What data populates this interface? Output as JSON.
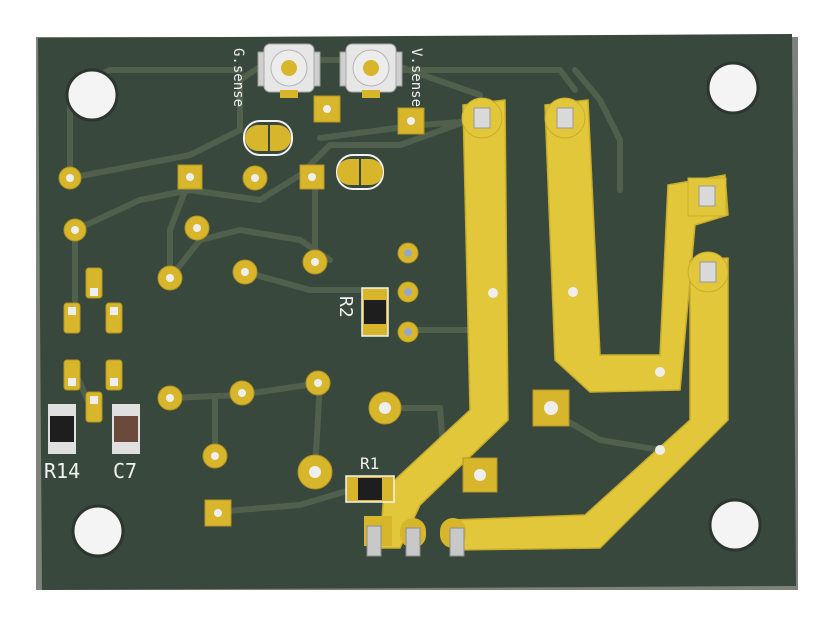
{
  "board": {
    "labels": {
      "g_sense": "G.sense",
      "v_sense": "V.sense",
      "r1": "R1",
      "r2": "R2",
      "r14": "R14",
      "c7": "C7"
    }
  },
  "colors": {
    "background": "#ffffff",
    "board_edge": "#8a8f88",
    "soldermask": "#3a4a3f",
    "inner_trace": "#4f5f48",
    "copper_pour": "#e3c93a",
    "pad_gold": "#d8b62c",
    "silkscreen": "#f2f2f2",
    "hole": "#f5f5f5",
    "resistor_body": "#1e1e1e",
    "capacitor_body": "#6b4a3c"
  }
}
